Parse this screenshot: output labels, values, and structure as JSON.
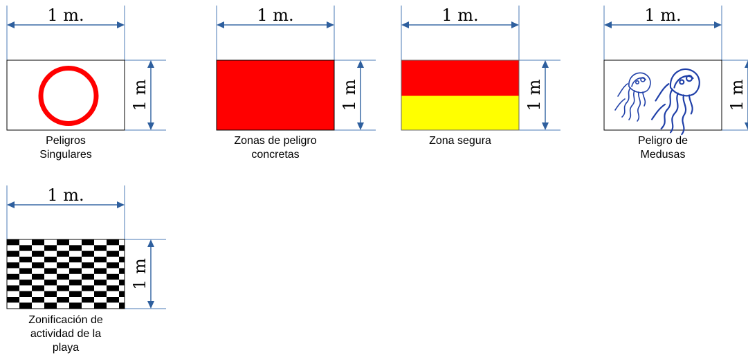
{
  "dimension_labels": {
    "width": "1 m.",
    "height": "1 m"
  },
  "flags": [
    {
      "id": "peligros-singulares",
      "caption_lines": [
        "Peligros",
        "Singulares"
      ],
      "pattern": "ring",
      "colors": {
        "background": "#ffffff",
        "ring": "#ff0000"
      }
    },
    {
      "id": "zonas-peligro",
      "caption_lines": [
        "Zonas de peligro",
        "concretas"
      ],
      "pattern": "solid",
      "colors": {
        "fill": "#ff0000"
      }
    },
    {
      "id": "zona-segura",
      "caption_lines": [
        "Zona segura"
      ],
      "pattern": "bicolor",
      "colors": {
        "top": "#ff0000",
        "bottom": "#ffff00"
      }
    },
    {
      "id": "peligro-medusas",
      "caption_lines": [
        "Peligro de",
        "Medusas"
      ],
      "pattern": "jellyfish",
      "colors": {
        "background": "#ffffff",
        "icon": "#1f3fa8"
      }
    },
    {
      "id": "zonificacion",
      "caption_lines": [
        "Zonificación de",
        "actividad de la",
        "playa"
      ],
      "pattern": "checkered",
      "colors": {
        "dark": "#000000",
        "light": "#ffffff"
      }
    }
  ],
  "colors": {
    "dimension_line": "#2e5f9e",
    "outline": "#000000"
  }
}
